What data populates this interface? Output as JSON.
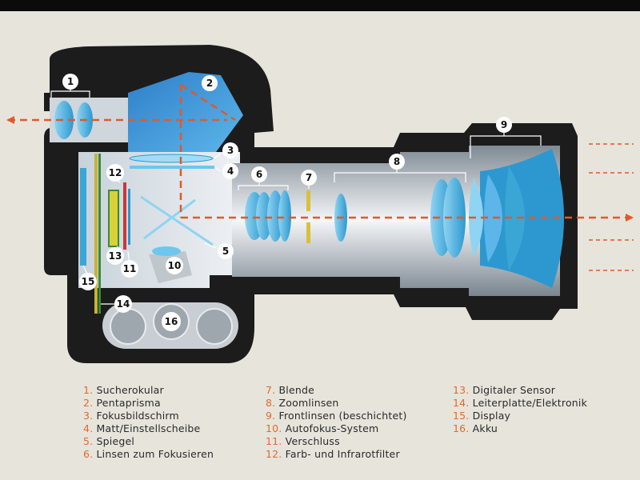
{
  "diagram": {
    "markers": [
      "1",
      "2",
      "3",
      "4",
      "5",
      "6",
      "7",
      "8",
      "9",
      "10",
      "11",
      "12",
      "13",
      "14",
      "15",
      "16"
    ]
  },
  "legend": {
    "columns": [
      [
        {
          "num": "1.",
          "text": "Sucherokular"
        },
        {
          "num": "2.",
          "text": "Pentaprisma"
        },
        {
          "num": "3.",
          "text": "Fokusbildschirm"
        },
        {
          "num": "4.",
          "text": "Matt/Einstellscheibe"
        },
        {
          "num": "5.",
          "text": "Spiegel"
        },
        {
          "num": "6.",
          "text": "Linsen zum Fokusieren"
        }
      ],
      [
        {
          "num": "7.",
          "text": "Blende"
        },
        {
          "num": "8.",
          "text": "Zoomlinsen"
        },
        {
          "num": "9.",
          "text": "Frontlinsen (beschichtet)"
        },
        {
          "num": "10.",
          "text": "Autofokus-System"
        },
        {
          "num": "11.",
          "text": "Verschluss"
        },
        {
          "num": "12.",
          "text": "Farb- und Infrarotfilter"
        }
      ],
      [
        {
          "num": "13.",
          "text": "Digitaler Sensor"
        },
        {
          "num": "14.",
          "text": "Leiterplatte/Elektronik"
        },
        {
          "num": "15.",
          "text": "Display"
        },
        {
          "num": "16.",
          "text": "Akku"
        }
      ]
    ]
  },
  "colors": {
    "body": "#1c1c1c",
    "background": "#e7e4dc",
    "lens_blue": "#3aa6d6",
    "light_path": "#e05a28",
    "legend_number": "#e06a2c"
  }
}
